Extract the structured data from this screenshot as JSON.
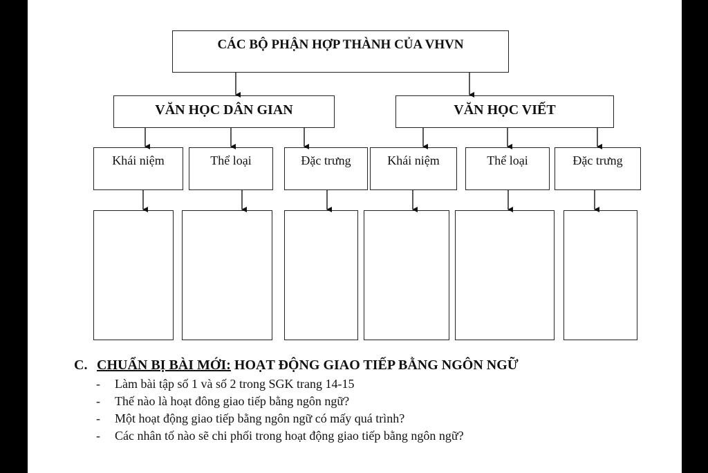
{
  "diagram": {
    "root": "CÁC BỘ PHẬN HỢP THÀNH CỦA VHVN",
    "branches": [
      {
        "title": "VĂN HỌC DÂN GIAN",
        "leaves": [
          "Khái niệm",
          "Thể loại",
          "Đặc trưng"
        ]
      },
      {
        "title": "VĂN HỌC VIẾT",
        "leaves": [
          "Khái niệm",
          "Thể loại",
          "Đặc trưng"
        ]
      }
    ]
  },
  "section": {
    "label": "C.",
    "heading": "CHUẨN BỊ BÀI MỚI:",
    "topic": "HOẠT ĐỘNG GIAO TIẾP BẰNG NGÔN NGỮ",
    "items": [
      "Làm bài tập số 1 và số 2 trong SGK trang 14-15",
      "Thế nào là hoạt đông giao tiếp bằng ngôn ngữ?",
      "Một hoạt động giao tiếp bằng ngôn ngữ có mấy quá trình?",
      "Các nhân tố nào sẽ chi phối trong hoạt động giao tiếp bằng ngôn ngữ?"
    ]
  }
}
